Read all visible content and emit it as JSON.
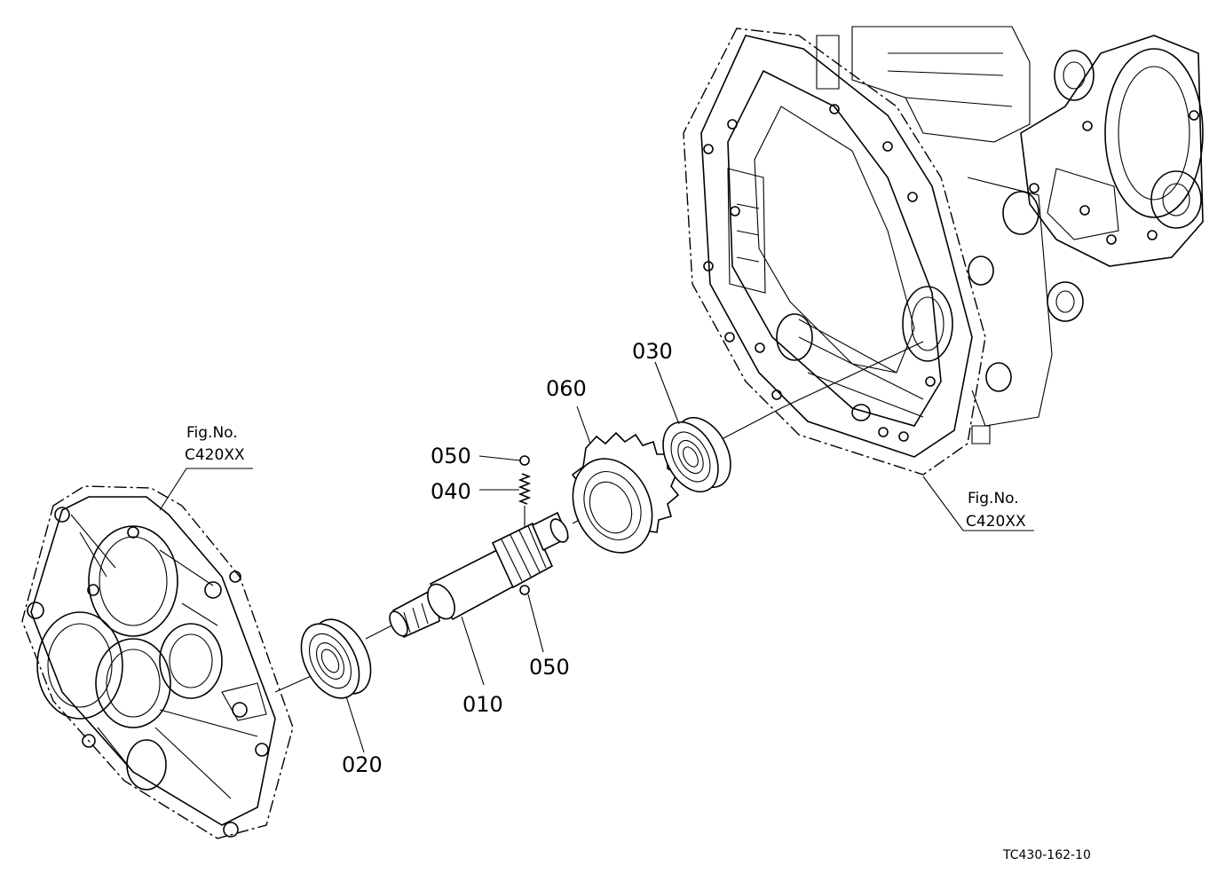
{
  "callouts": {
    "p010": "010",
    "p020": "020",
    "p030": "030",
    "p040": "040",
    "p050_top": "050",
    "p050_bottom": "050",
    "p060": "060"
  },
  "figure_refs": {
    "left": {
      "line1": "Fig.No.",
      "line2": "C420XX"
    },
    "right": {
      "line1": "Fig.No.",
      "line2": "C420XX"
    }
  },
  "drawing_id": "TC430-162-10"
}
